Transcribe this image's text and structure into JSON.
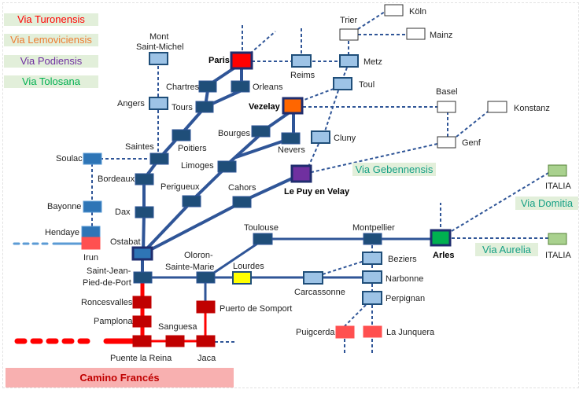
{
  "legend": [
    {
      "label": "Via Turonensis",
      "color": "#ff0000"
    },
    {
      "label": "Via Lemoviciensis",
      "color": "#ed7d31"
    },
    {
      "label": "Via Podiensis",
      "color": "#7030a0"
    },
    {
      "label": "Via Tolosana",
      "color": "#00b050"
    }
  ],
  "route_tags": {
    "gebennensis": "Via Gebennensis",
    "domitia": "Via Domitia",
    "aurelia": "Via Aurelia",
    "camino": "Camino Francés"
  },
  "colors": {
    "main_line": "#2f5597",
    "dotted_line": "#2f5597",
    "camino_line": "#ff0000",
    "station_dark": "#1f4e79",
    "station_light": "#9dc3e6",
    "station_mid": "#2e75b6",
    "paris": "#ff0000",
    "vezelay": "#ff6600",
    "le_puy": "#7030a0",
    "arles": "#00b050",
    "lourdes": "#ffff00",
    "spain_station": "#c00000",
    "spain_light": "#ff5050",
    "italia": "#a9d18e"
  },
  "stations": {
    "paris": "Paris",
    "vezelay": "Vezelay",
    "le_puy": "Le Puy en Velay",
    "arles": "Arles",
    "mont_saint_michel_1": "Mont",
    "mont_saint_michel_2": "Saint-Michel",
    "chartres": "Chartres",
    "orleans": "Orleans",
    "reims": "Reims",
    "metz": "Metz",
    "trier": "Trier",
    "koln": "Köln",
    "mainz": "Mainz",
    "toul": "Toul",
    "angers": "Angers",
    "tours": "Tours",
    "basel": "Basel",
    "konstanz": "Konstanz",
    "genf": "Genf",
    "bourges": "Bourges",
    "nevers": "Nevers",
    "cluny": "Cluny",
    "saintes": "Saintes",
    "poitiers": "Poitiers",
    "limoges": "Limoges",
    "soulac": "Soulac",
    "bordeaux": "Bordeaux",
    "perigueux": "Perigueux",
    "cahors": "Cahors",
    "dax": "Dax",
    "bayonne": "Bayonne",
    "hendaye": "Hendaye",
    "irun": "Irun",
    "ostabat": "Ostabat",
    "toulouse": "Toulouse",
    "montpellier": "Montpellier",
    "italia_1": "ITALIA",
    "italia_2": "ITALIA",
    "sjpp_1": "Saint-Jean-",
    "sjpp_2": "Pied-de-Port",
    "oloron_1": "Oloron-",
    "oloron_2": "Sainte-Marie",
    "lourdes": "Lourdes",
    "carcassonne": "Carcassonne",
    "beziers": "Beziers",
    "narbonne": "Narbonne",
    "perpignan": "Perpignan",
    "roncesvalles": "Roncesvalles",
    "pamplona": "Pamplona",
    "puerto_somport": "Puerto de Somport",
    "sanguesa": "Sanguesa",
    "puente_la_reina": "Puente la Reina",
    "jaca": "Jaca",
    "puigcerda": "Puigcerda",
    "la_junquera": "La Junquera"
  }
}
